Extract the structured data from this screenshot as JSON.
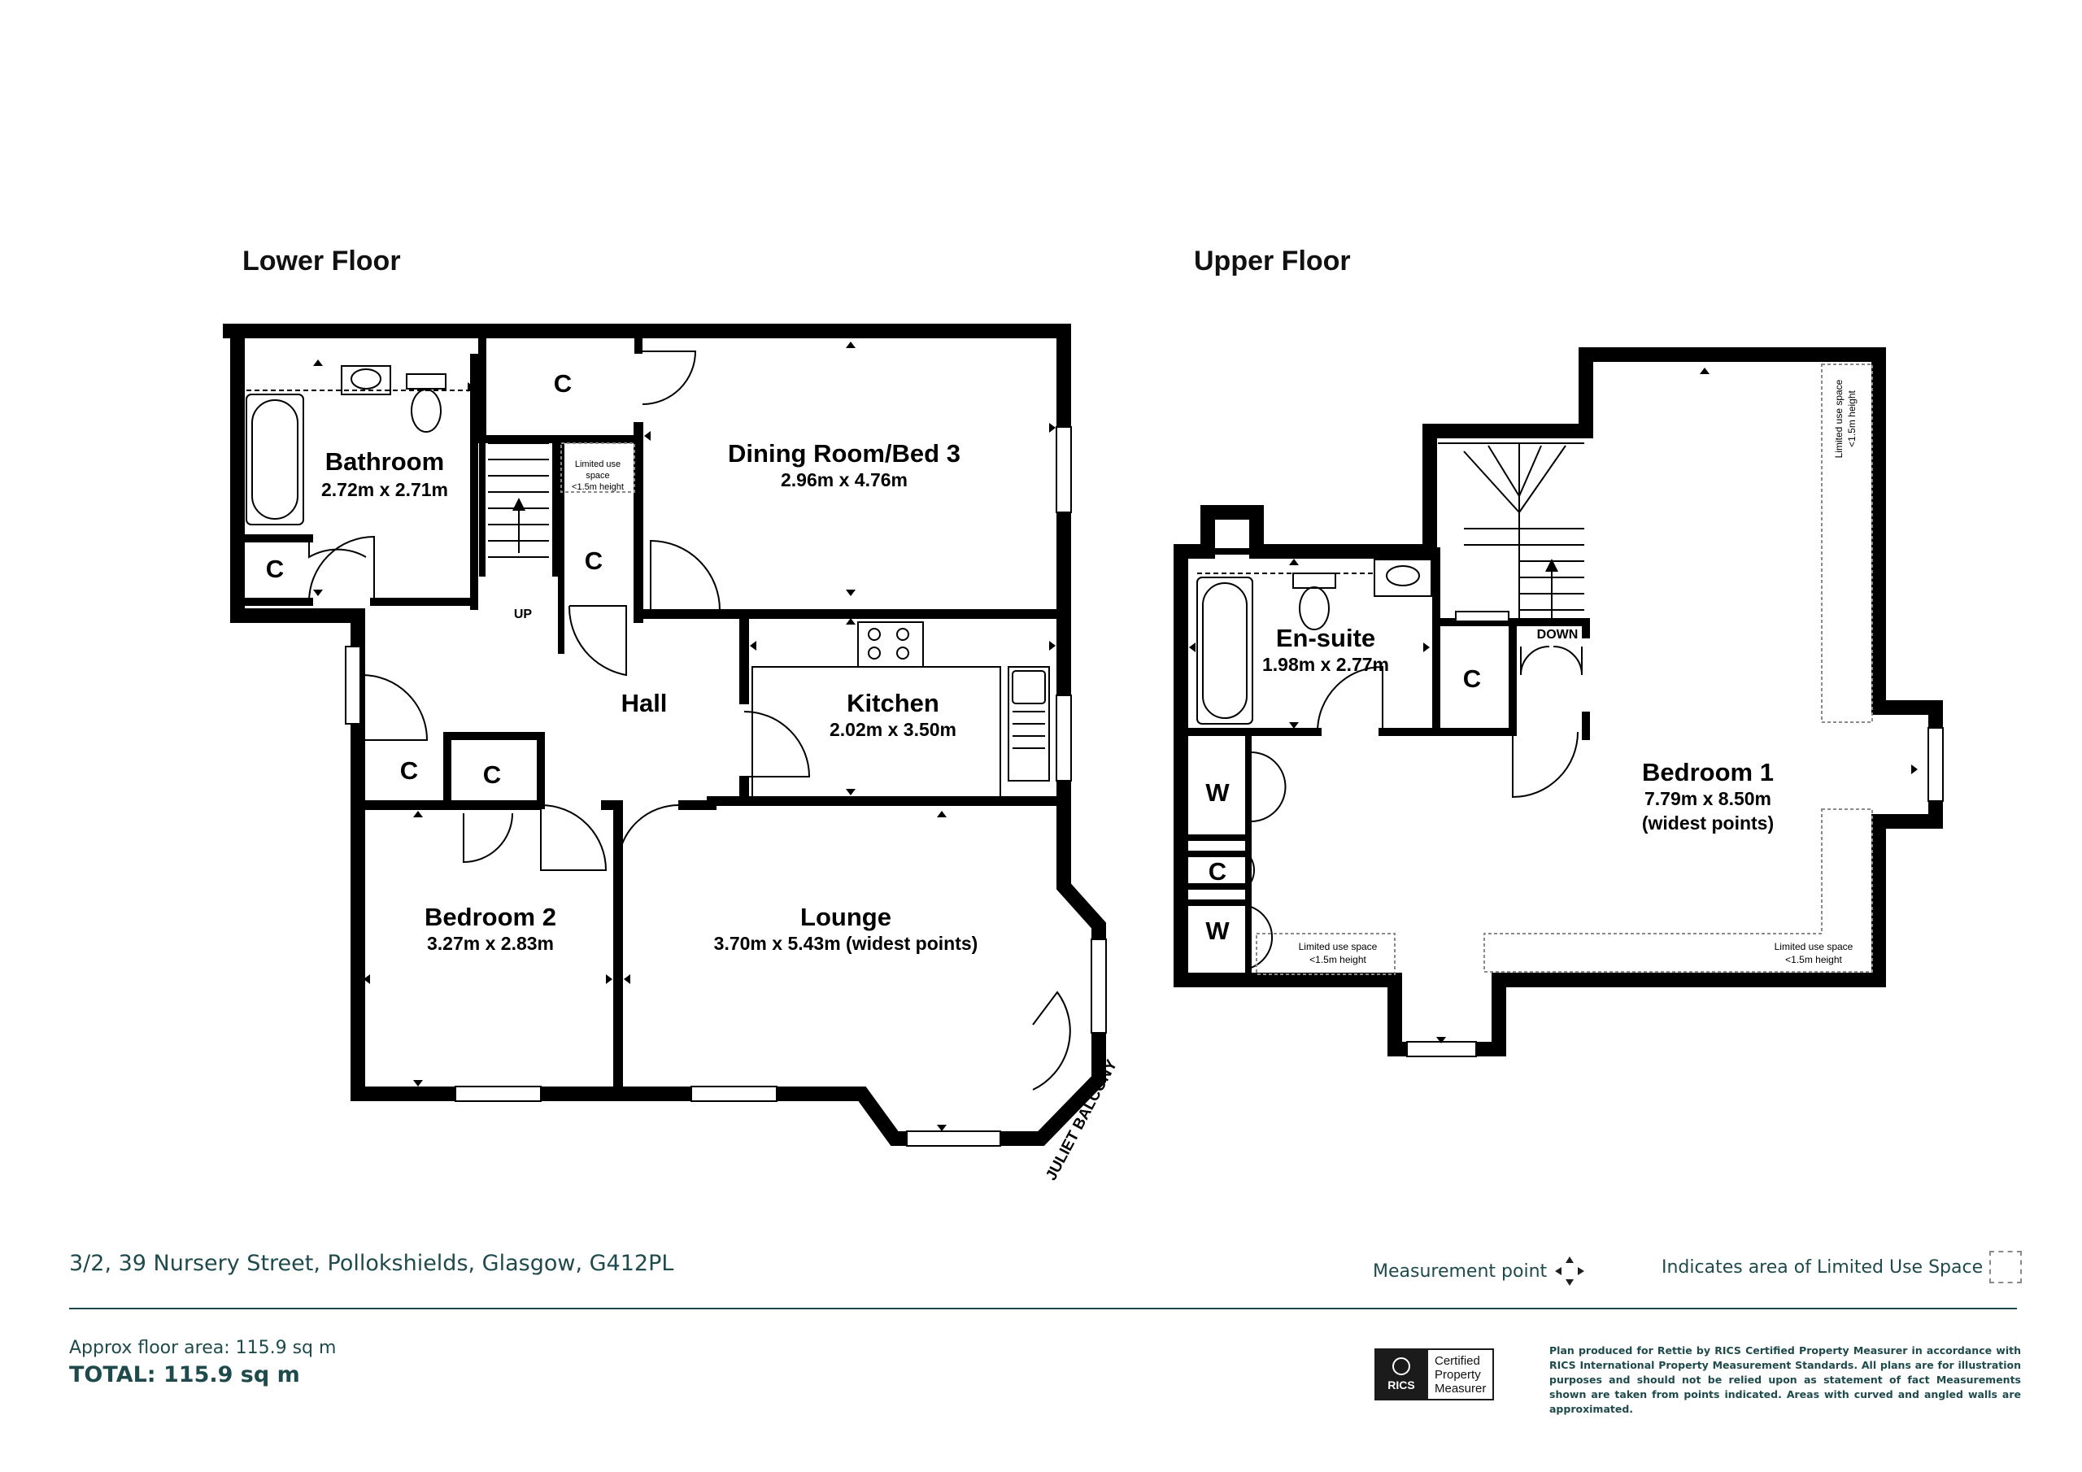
{
  "floors": {
    "lower_title": "Lower Floor",
    "upper_title": "Upper Floor"
  },
  "rooms": {
    "bathroom": {
      "name": "Bathroom",
      "dims": "2.72m x 2.71m"
    },
    "dining": {
      "name": "Dining Room/Bed 3",
      "dims": "2.96m x 4.76m"
    },
    "hall": {
      "name": "Hall"
    },
    "kitchen": {
      "name": "Kitchen",
      "dims": "2.02m x 3.50m"
    },
    "bedroom2": {
      "name": "Bedroom 2",
      "dims": "3.27m x 2.83m"
    },
    "lounge": {
      "name": "Lounge",
      "dims": "3.70m x 5.43m (widest points)"
    },
    "ensuite": {
      "name": "En-suite",
      "dims": "1.98m x 2.77m"
    },
    "bedroom1": {
      "name": "Bedroom 1",
      "dims": "7.79m x 8.50m",
      "note": "(widest points)"
    }
  },
  "labels": {
    "cupboard": "C",
    "wardrobe": "W",
    "up": "UP",
    "down": "DOWN",
    "juliet": "JULIET BALCONY",
    "ltd_line1": "Limited use",
    "ltd_line2": "space",
    "ltd_line3": "<1.5m height",
    "ltd_space": "Limited use space",
    "ltd_height": "<1.5m height"
  },
  "footer": {
    "address": "3/2, 39 Nursery Street, Pollokshields, Glasgow, G412PL",
    "approx_area": "Approx floor area: 115.9 sq m",
    "total": "TOTAL: 115.9 sq m",
    "measurement_point": "Measurement point",
    "limited_use_legend": "Indicates area of  Limited Use Space",
    "rics_logo": "RICS",
    "rics_cert_1": "Certified",
    "rics_cert_2": "Property",
    "rics_cert_3": "Measurer",
    "disclaimer": "Plan produced for Rettie by RICS Certified Property Measurer in accordance with RICS International Property  Measurement Standards.  All plans are for illustration purposes and should not be relied upon as statement of fact Measurements shown are taken from points indicated. Areas with curved and angled walls are approximated."
  },
  "colors": {
    "wall": "#000000",
    "footer_text": "#1f4a4c",
    "dashed": "#8a8a8a"
  }
}
